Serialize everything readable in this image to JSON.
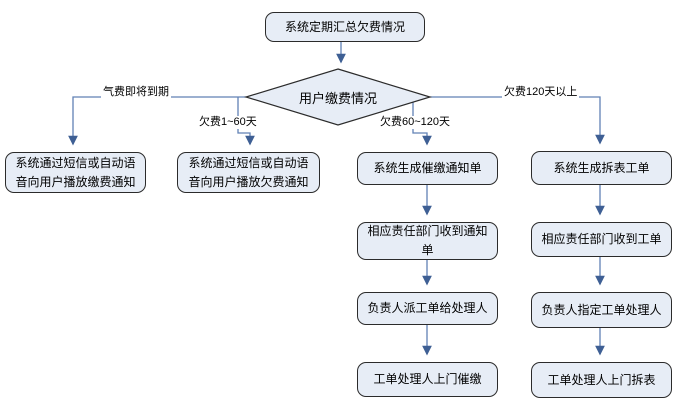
{
  "colors": {
    "background": "#ffffff",
    "node_fill": "#e7edf6",
    "node_border": "#2b2b2b",
    "connector": "#6081b5",
    "arrow": "#3e5f94",
    "text": "#000000"
  },
  "flowchart": {
    "start": {
      "label": "系统定期汇总欠费情况"
    },
    "decision": {
      "label": "用户缴费情况"
    },
    "branches": [
      {
        "condition": "气费即将到期",
        "steps": [
          {
            "label": "系统通过短信或自动语音向用户播放缴费通知"
          }
        ]
      },
      {
        "condition": "欠费1~60天",
        "steps": [
          {
            "label": "系统通过短信或自动语音向用户播放欠费通知"
          }
        ]
      },
      {
        "condition": "欠费60~120天",
        "steps": [
          {
            "label": "系统生成催缴通知单"
          },
          {
            "label": "相应责任部门收到通知单"
          },
          {
            "label": "负责人派工单给处理人"
          },
          {
            "label": "工单处理人上门催缴"
          }
        ]
      },
      {
        "condition": "欠费120天以上",
        "steps": [
          {
            "label": "系统生成拆表工单"
          },
          {
            "label": "相应责任部门收到工单"
          },
          {
            "label": "负责人指定工单处理人"
          },
          {
            "label": "工单处理人上门拆表"
          }
        ]
      }
    ]
  }
}
